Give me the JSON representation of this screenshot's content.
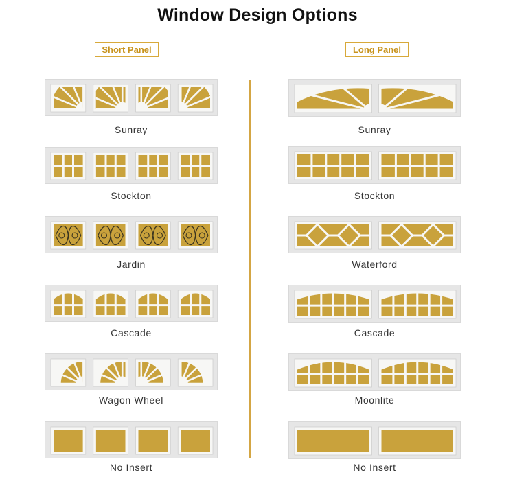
{
  "title": "Window Design Options",
  "colors": {
    "accent": "#d4a644",
    "glass": "#c9a23c",
    "frame": "#f7f7f5",
    "panel": "#e6e6e6"
  },
  "short_panel": {
    "label": "Short Panel",
    "options": [
      {
        "name": "Sunray",
        "pattern": "sunray"
      },
      {
        "name": "Stockton",
        "pattern": "stockton"
      },
      {
        "name": "Jardin",
        "pattern": "jardin"
      },
      {
        "name": "Cascade",
        "pattern": "cascade"
      },
      {
        "name": "Wagon Wheel",
        "pattern": "wagon"
      },
      {
        "name": "No Insert",
        "pattern": "none"
      }
    ]
  },
  "long_panel": {
    "label": "Long Panel",
    "options": [
      {
        "name": "Sunray",
        "pattern": "sunray"
      },
      {
        "name": "Stockton",
        "pattern": "stockton"
      },
      {
        "name": "Waterford",
        "pattern": "waterford"
      },
      {
        "name": "Cascade",
        "pattern": "cascade"
      },
      {
        "name": "Moonlite",
        "pattern": "moonlite"
      },
      {
        "name": "No Insert",
        "pattern": "none"
      }
    ]
  }
}
